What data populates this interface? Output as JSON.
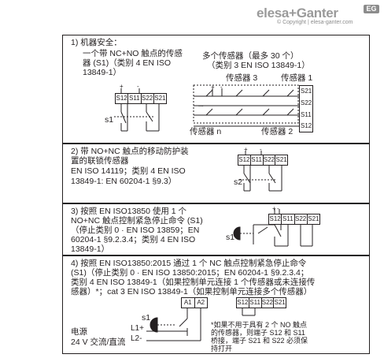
{
  "brand": {
    "name_a": "elesa",
    "plus": "+",
    "name_b": "Ganter",
    "badge": "EG",
    "copyright": "© Copyright | elesa-ganter.com"
  },
  "panel1": {
    "title": "1) 机器安全：",
    "left_lines": [
      "一个带 NC+NO 触点的传感",
      "器 (S1)（类别 4 EN ISO",
      "13849-1）"
    ],
    "right_lines": [
      "多个传感器（最多 30 个）",
      "（类别 3 EN ISO 13849-1）"
    ],
    "sensor3": "传感器 3",
    "sensor1": "传感器 1",
    "sensor_n": "传感器 n",
    "sensor2": "传感器 2",
    "plus": "+",
    "minus": "-",
    "s1": "s1",
    "terminals": [
      "S12",
      "S11",
      "S22",
      "S21"
    ],
    "right_terminals": [
      "S21",
      "S22",
      "S11",
      "S12"
    ],
    "dots": "..."
  },
  "panel2": {
    "lines": [
      "2) 带 NO+NC 触点的移动防护装",
      "置的联锁传感器",
      "EN ISO 14119；类别 4 EN ISO",
      "13849-1: EN 60204-1 §9.3）"
    ],
    "plus": "+",
    "minus": "-",
    "s2": "s2",
    "terminals": [
      "S12",
      "S11",
      "S22",
      "S21"
    ]
  },
  "panel3": {
    "lines": [
      "3) 按照 EN ISO13850 使用 1 个",
      "NO+NC 触点控制紧急停止命令 (S1)",
      "（停止类别 0 · EN ISO 13859；EN",
      "60204-1 §9.2.3.4；类别 4 EN ISO",
      "13849-1）"
    ],
    "plus": "+",
    "minus": "-",
    "s1": "s1",
    "terminals": [
      "S12",
      "S11",
      "S22",
      "S21"
    ]
  },
  "panel4": {
    "lines": [
      "4) 按照 EN ISO13850:2015 通过 1 个 NC 触点控制紧急停止命令",
      "(S1)（停止类别 0 · EN ISO 13850:2015；EN 60204-1 §9.2.3.4；",
      "类别 4 EN ISO 13849-1（如果控制单元连接 1 个传感器或未连接传",
      "感器）*；cat 3 EN ISO 13849-1（如果控制单元连接多个传感器）"
    ],
    "a1": "A1",
    "a2": "A2",
    "s1": "s1",
    "l1": "L1+",
    "l2": "L2-",
    "power_lines": [
      "电源",
      "24 V 交流/直流"
    ],
    "terminals": [
      "S12",
      "S11",
      "S22",
      "S21"
    ],
    "note_lines": [
      "*如果不用于具有 2 个 NO 触点",
      "的传感器，则端子 S12 和 S11",
      "桥接，端子 S21 和 S22 必须保",
      "持打开"
    ]
  }
}
